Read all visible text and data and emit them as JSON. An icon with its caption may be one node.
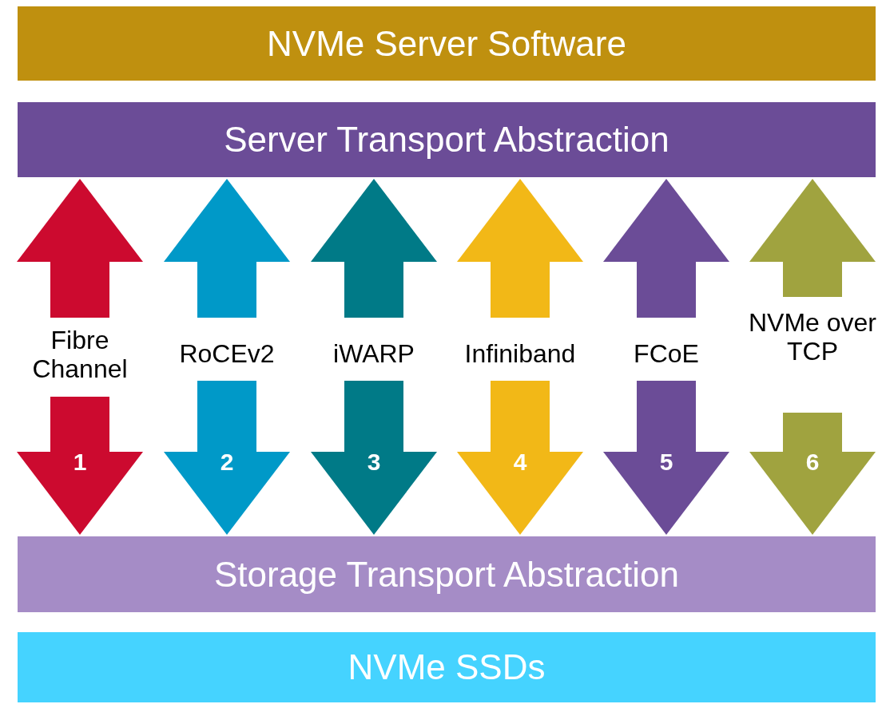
{
  "diagram": {
    "nodes": [
      {
        "text": [
          "NVMe Server Software"
        ]
      },
      {
        "text": [
          "Server Transport Abstraction"
        ]
      },
      {
        "text": [
          "Storage Transport Abstraction"
        ]
      },
      {
        "text": [
          "NVMe SSDs"
        ]
      }
    ],
    "edges": [
      {
        "from": 1,
        "to": 2,
        "arrow": "both",
        "label": "Fibre Channel",
        "color": "#cc0a2f"
      },
      {
        "from": 1,
        "to": 2,
        "arrow": "both",
        "label": "RoCEv2",
        "color": "#0099c8"
      },
      {
        "from": 1,
        "to": 2,
        "arrow": "both",
        "label": "iWARP",
        "color": "#007a87"
      },
      {
        "from": 1,
        "to": 2,
        "arrow": "both",
        "label": "Infiniband",
        "color": "#f2b817"
      },
      {
        "from": 1,
        "to": 2,
        "arrow": "both",
        "label": "FCoE",
        "color": "#6b4c97"
      },
      {
        "from": 1,
        "to": 2,
        "arrow": "both",
        "label": "NVMe over TCP",
        "color": "#a0a33f"
      }
    ],
    "labels": [
      "1",
      "2",
      "3",
      "4",
      "5",
      "6"
    ]
  }
}
